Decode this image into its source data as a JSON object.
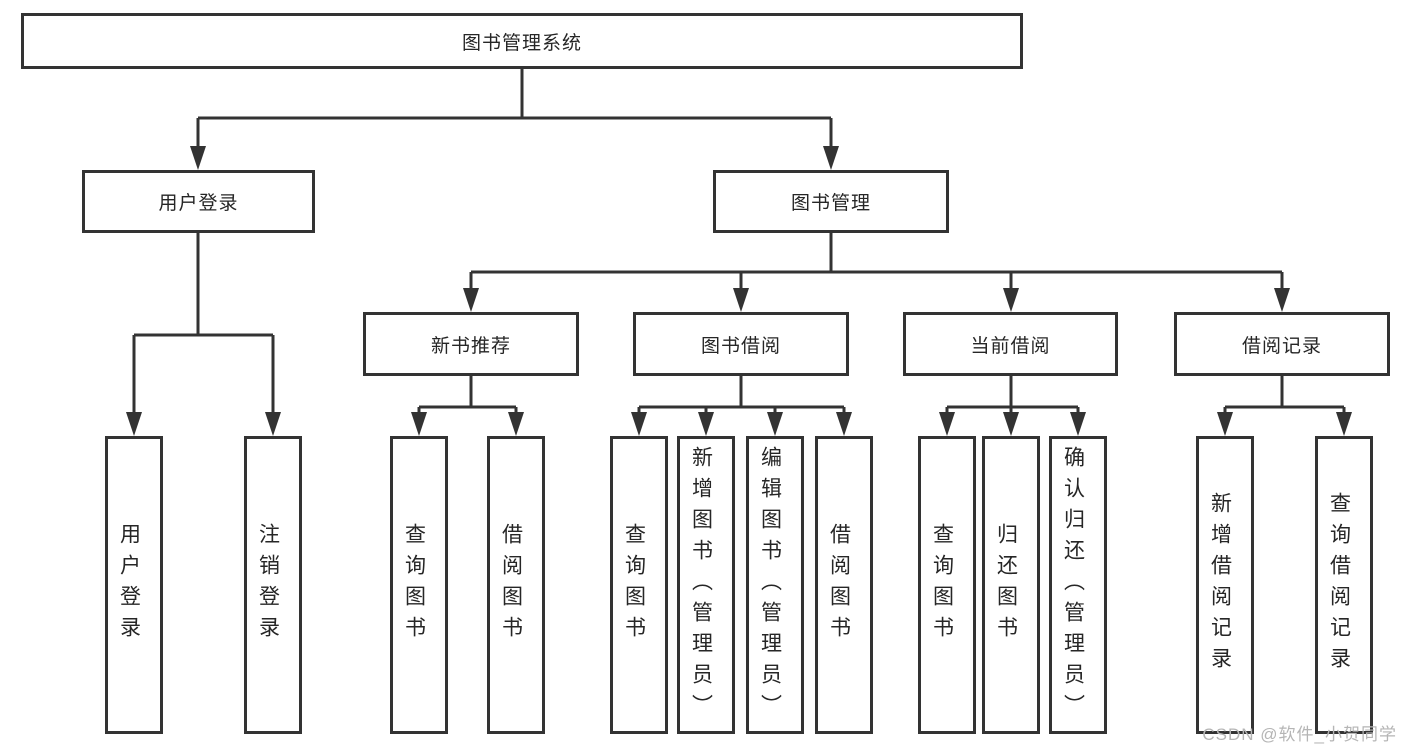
{
  "colors": {
    "line": "#333333",
    "box_border": "#333333",
    "text": "#262626",
    "watermark": "#b5b5b5",
    "background": "#ffffff"
  },
  "tree": {
    "root": {
      "label": "图书管理系统"
    },
    "branches": [
      {
        "label": "用户登录",
        "children": [
          {
            "label": "用户登录"
          },
          {
            "label": "注销登录"
          }
        ]
      },
      {
        "label": "图书管理",
        "sections": [
          {
            "label": "新书推荐",
            "children": [
              {
                "label": "查询图书"
              },
              {
                "label": "借阅图书"
              }
            ]
          },
          {
            "label": "图书借阅",
            "children": [
              {
                "label": "查询图书"
              },
              {
                "label": "新增图书（管理员）"
              },
              {
                "label": "编辑图书（管理员）"
              },
              {
                "label": "借阅图书"
              }
            ]
          },
          {
            "label": "当前借阅",
            "children": [
              {
                "label": "查询图书"
              },
              {
                "label": "归还图书"
              },
              {
                "label": "确认归还（管理员）"
              }
            ]
          },
          {
            "label": "借阅记录",
            "children": [
              {
                "label": "新增借阅记录"
              },
              {
                "label": "查询借阅记录"
              }
            ]
          }
        ]
      }
    ]
  },
  "watermark": {
    "text": "CSDN @软件_小贺同学"
  }
}
